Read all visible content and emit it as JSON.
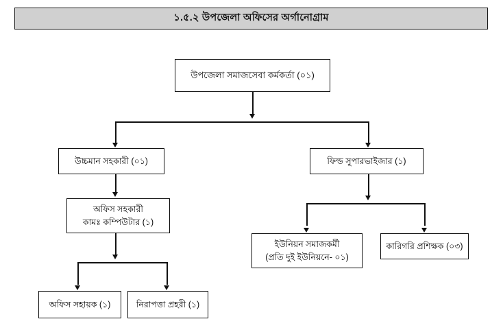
{
  "title": {
    "text": "১.৫.২ উপজেলা অফিসের অর্গানোগ্রাম"
  },
  "chart_data": {
    "type": "diagram",
    "diagram_kind": "organogram",
    "title": "১.৫.২ উপজেলা অফিসের অর্গানোগ্রাম",
    "orientation": "top-down",
    "nodes": [
      {
        "id": "uso",
        "lines": [
          "উপজেলা সমাজসেবা কর্মকর্তা   (০১)"
        ],
        "count": "০১",
        "level": 0
      },
      {
        "id": "uccho",
        "lines": [
          "উচ্চমান সহকারী (০১)"
        ],
        "count": "০১",
        "level": 1
      },
      {
        "id": "field",
        "lines": [
          "ফিল্ড সুপারভাইজার (১)"
        ],
        "count": "১",
        "level": 1
      },
      {
        "id": "office-asst",
        "lines": [
          "অফিস সহকারী",
          "কামঃ কম্পিউটার (১)"
        ],
        "count": "১",
        "level": 2
      },
      {
        "id": "union",
        "lines": [
          "ইউনিয়ন সমাজকর্মী",
          "(প্রতি দুই ইউনিয়নে- ০১)"
        ],
        "count": "০১",
        "level": 2
      },
      {
        "id": "trainer",
        "lines": [
          "কারিগরি প্রশিক্ষক (০৩)"
        ],
        "count": "০৩",
        "level": 2
      },
      {
        "id": "office-help",
        "lines": [
          "অফিস সহায়ক (১)"
        ],
        "count": "১",
        "level": 3
      },
      {
        "id": "guard",
        "lines": [
          "নিরাপত্তা প্রহরী (১)"
        ],
        "count": "১",
        "level": 3
      }
    ],
    "edges": [
      {
        "from": "uso",
        "to": "uccho"
      },
      {
        "from": "uso",
        "to": "field"
      },
      {
        "from": "uccho",
        "to": "office-asst"
      },
      {
        "from": "field",
        "to": "union"
      },
      {
        "from": "field",
        "to": "trainer"
      },
      {
        "from": "office-asst",
        "to": "office-help"
      },
      {
        "from": "office-asst",
        "to": "guard"
      }
    ],
    "colors": {
      "banner_fill": "#d0d0d0",
      "border": "#111111",
      "node_fill": "#ffffff",
      "background": "#ffffff"
    }
  }
}
